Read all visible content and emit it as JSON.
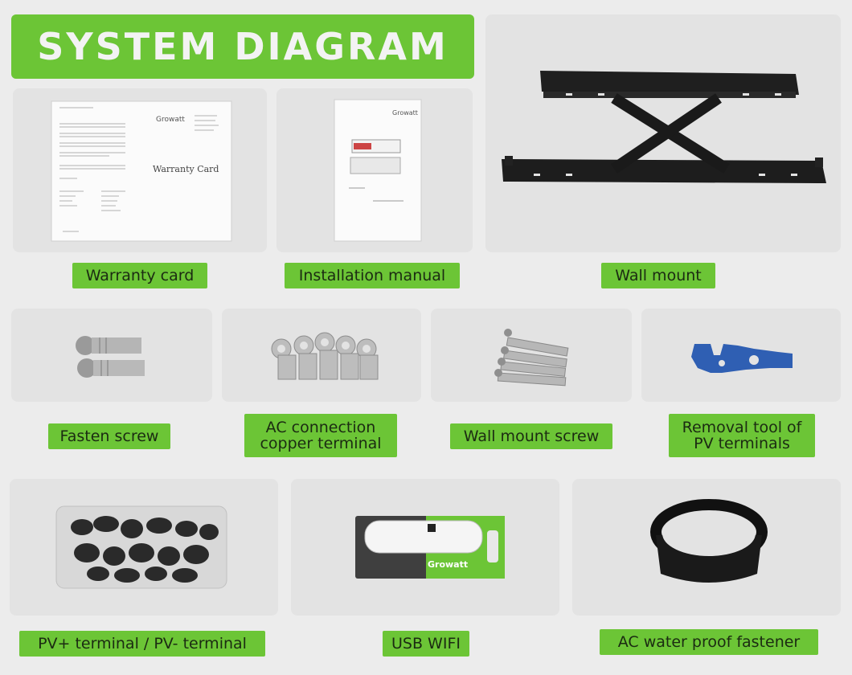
{
  "title": "SYSTEM DIAGRAM",
  "items": {
    "warranty_card": {
      "label": "Warranty card",
      "doc_brand": "Growatt",
      "doc_heading": "Warranty Card"
    },
    "installation_manual": {
      "label": "Installation manual",
      "doc_brand": "Growatt"
    },
    "wall_mount": {
      "label": "Wall mount"
    },
    "fasten_screw": {
      "label": "Fasten screw"
    },
    "ac_terminal": {
      "label_line1": "AC connection",
      "label_line2": "copper terminal"
    },
    "wall_mount_screw": {
      "label": "Wall mount screw"
    },
    "removal_tool": {
      "label_line1": "Removal tool of",
      "label_line2": "PV terminals"
    },
    "pv_terminal": {
      "label": "PV+ terminal / PV- terminal"
    },
    "usb_wifi": {
      "label": "USB WIFI",
      "brand": "Growatt"
    },
    "ac_fastener": {
      "label": "AC water proof fastener"
    }
  },
  "colors": {
    "accent": "#6cc536",
    "panel": "#e3e3e3",
    "background": "#ececec"
  }
}
